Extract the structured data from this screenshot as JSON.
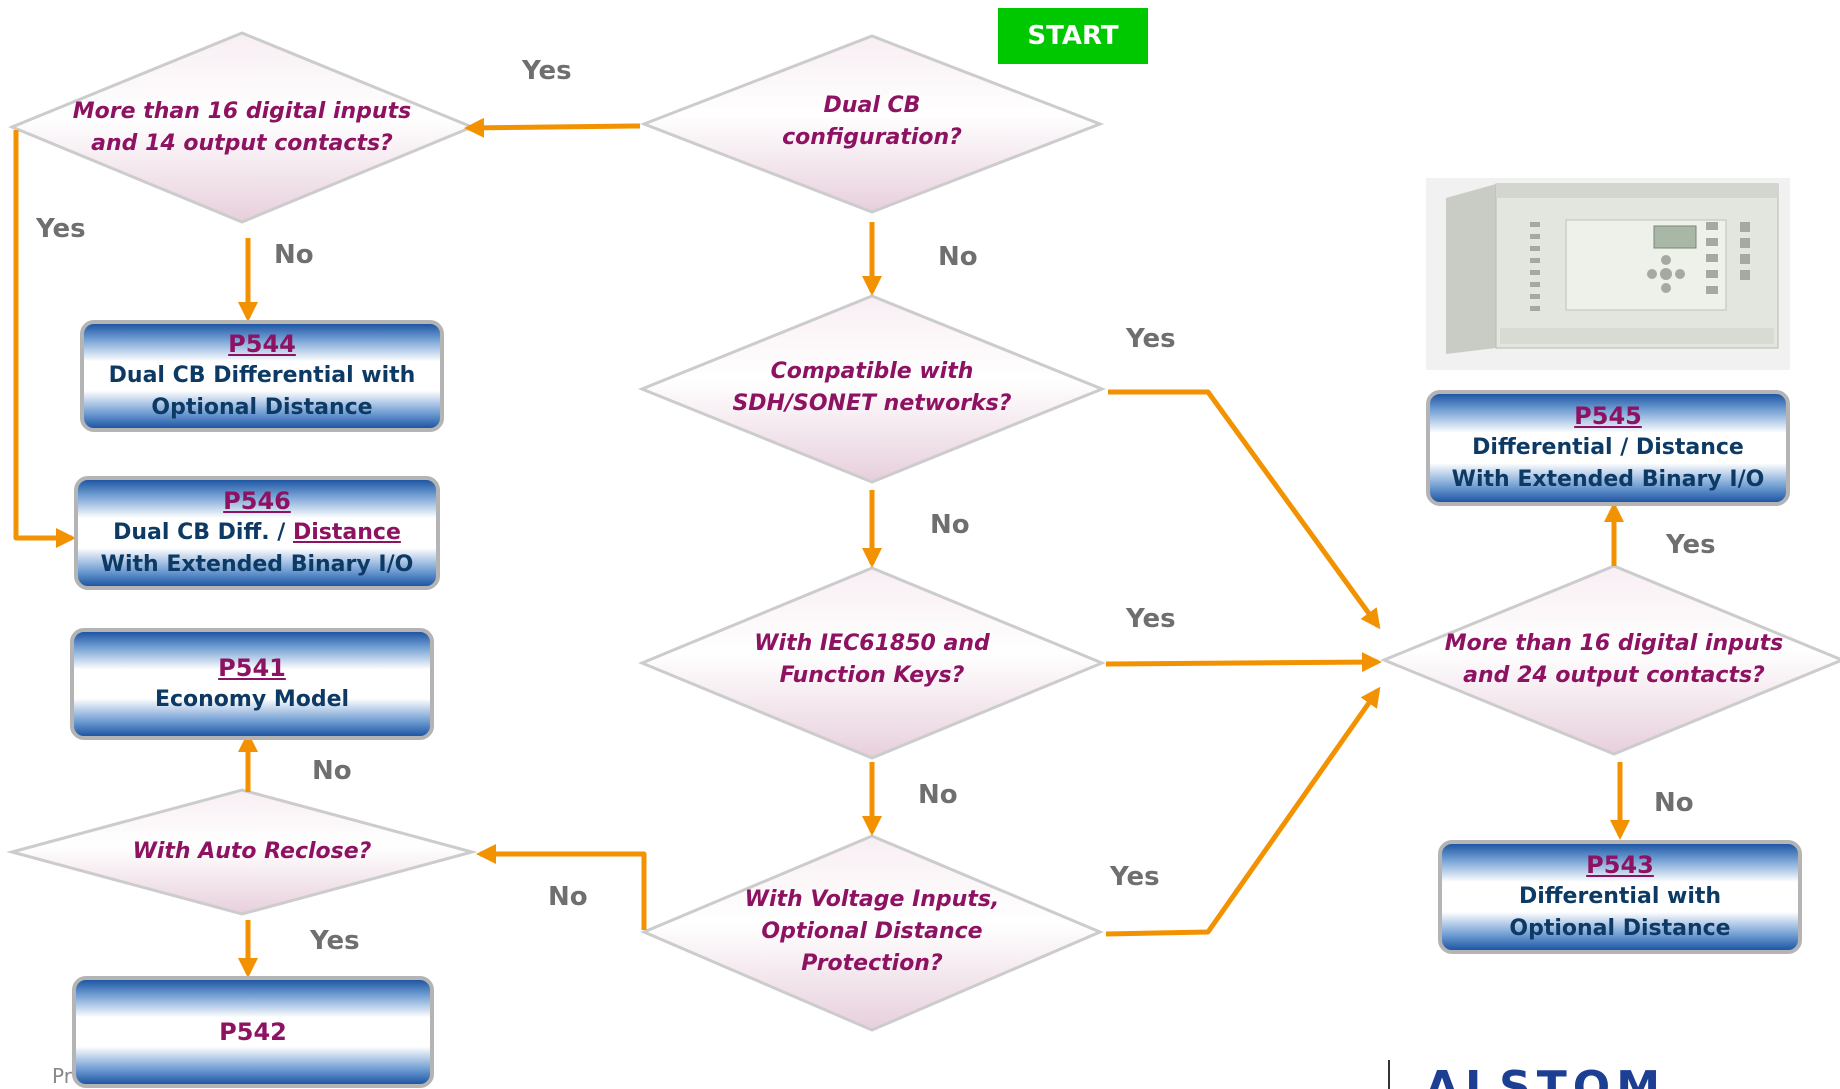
{
  "start": "START",
  "decisions": {
    "dual_cb": [
      "Dual CB",
      "configuration?"
    ],
    "more16_14": [
      "More than 16 digital inputs",
      "and 14 output contacts?"
    ],
    "sdh": [
      "Compatible with",
      "SDH/SONET networks?"
    ],
    "iec": [
      "With IEC61850 and",
      "Function Keys?"
    ],
    "voltage": [
      "With Voltage Inputs,",
      "Optional Distance",
      "Protection?"
    ],
    "auto_reclose": [
      "With Auto Reclose?"
    ],
    "more16_24": [
      "More than 16 digital inputs",
      "and 24 output contacts?"
    ]
  },
  "products": {
    "p544": {
      "code": "P544",
      "lines": [
        "Dual CB Differential with",
        "Optional Distance"
      ]
    },
    "p546": {
      "code": "P546",
      "line1": "Dual CB Diff. / ",
      "line1_link": "Distance",
      "line2": "With Extended Binary I/O"
    },
    "p541": {
      "code": "P541",
      "lines": [
        "Economy Model"
      ]
    },
    "p542": {
      "code": "P542"
    },
    "p545": {
      "code": "P545",
      "lines": [
        "Differential / Distance",
        "With Extended Binary I/O"
      ]
    },
    "p543": {
      "code": "P543",
      "lines": [
        "Differential with",
        "Optional Distance"
      ]
    }
  },
  "labels": {
    "yes_top": "Yes",
    "yes_left": "Yes",
    "no_p544": "No",
    "no_dualcb": "No",
    "yes_sdh": "Yes",
    "no_sdh": "No",
    "yes_iec": "Yes",
    "no_iec": "No",
    "yes_voltage": "Yes",
    "no_voltage": "No",
    "no_p541": "No",
    "yes_p542": "Yes",
    "yes_p545": "Yes",
    "no_p543": "No"
  },
  "footer": {
    "partial_text": "Pr",
    "logo_text": "ALSTOM"
  },
  "colors": {
    "arrow": "#f39200",
    "start_bg": "#00c800",
    "decision_text": "#8e1262",
    "box_text": "#0d3a64",
    "label_text": "#6f6f6f"
  }
}
